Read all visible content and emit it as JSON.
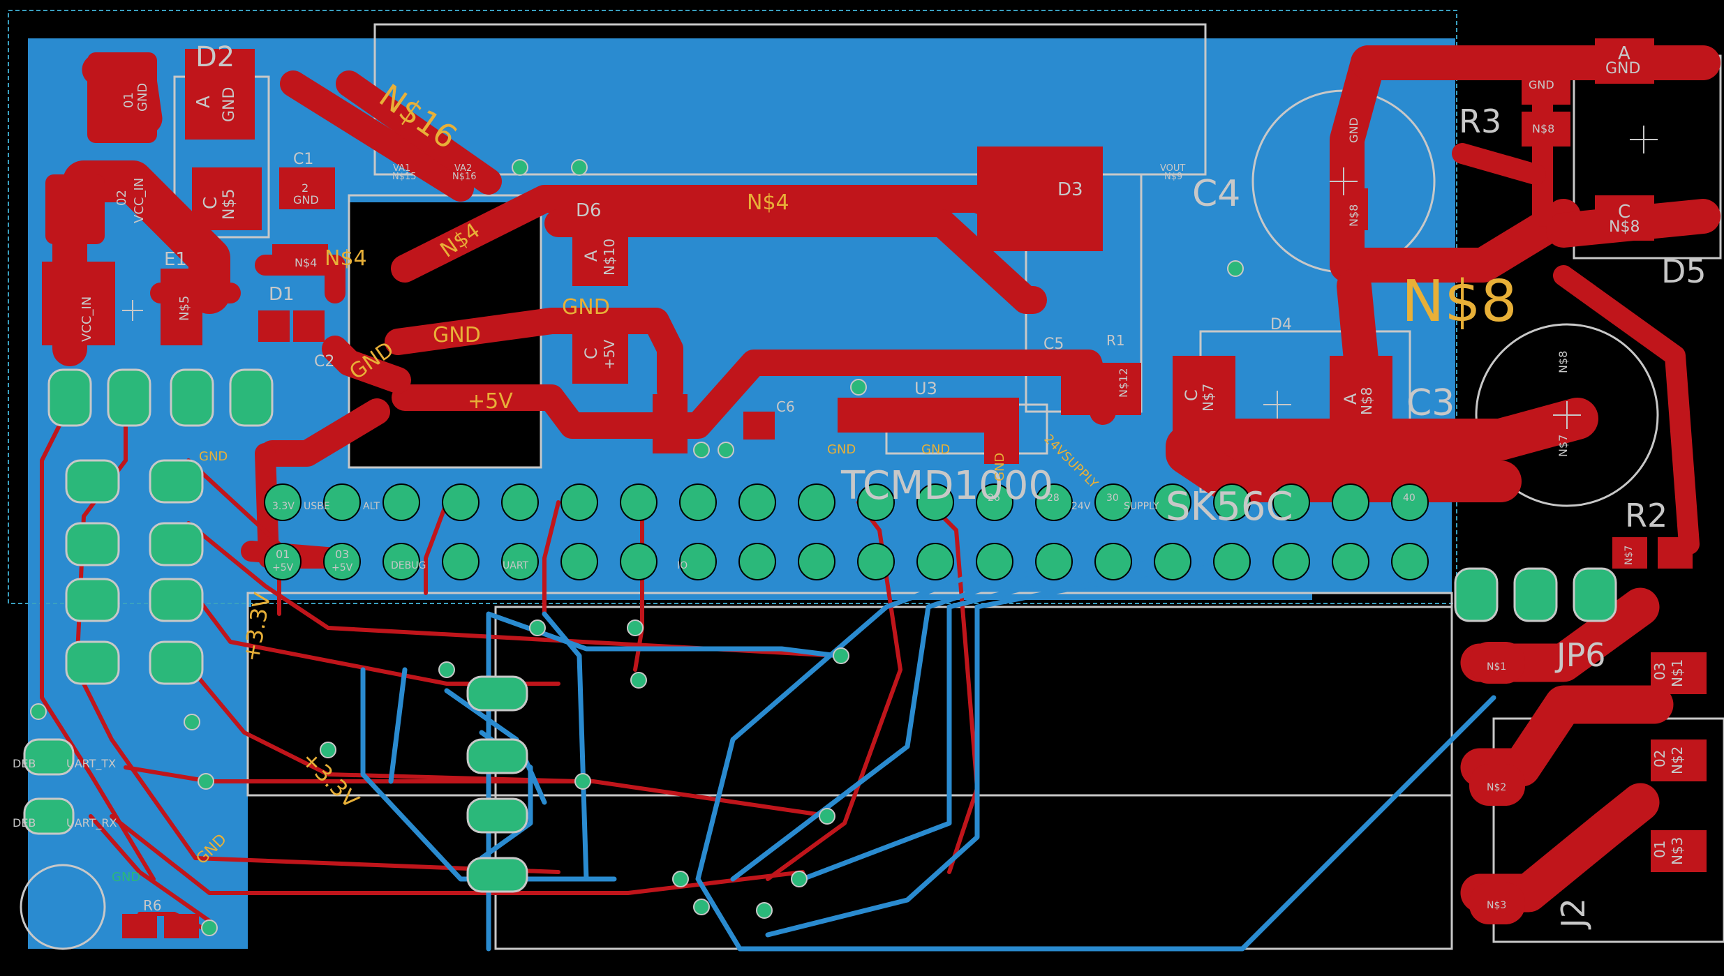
{
  "colors": {
    "background": "#000000",
    "copper_top": "#c0151b",
    "copper_bottom": "#2a8bd0",
    "pad_fill": "#2bb87a",
    "silkscreen": "#c8c8c8",
    "names_text": "#e8b038",
    "outline_cyan": "#3aa0c0"
  },
  "components": {
    "D2": "D2",
    "D3": "D3",
    "D4": "D4",
    "D5": "D5",
    "D6": "D6",
    "D1": "D1",
    "C1": "C1",
    "C2": "C2",
    "C3": "C3",
    "C4": "C4",
    "C5": "C5",
    "C6": "C6",
    "E1": "E1",
    "R1": "R1",
    "R2": "R2",
    "R3": "R3",
    "R6": "R6",
    "U3": "U3",
    "JP6": "JP6",
    "J2": "J2",
    "tcmd": "TCMD1000",
    "sk": "SK56C"
  },
  "nets": {
    "n16a": "N$16",
    "n4a": "N$4",
    "n4b": "N$4",
    "n4c": "N$4",
    "n8big": "N$8",
    "gnd1": "GND",
    "gnd2": "GND",
    "gnd3": "GND",
    "p5v": "+5V",
    "p33a": "+3.3V",
    "p33b": "+3.3V",
    "gnd_diag": "GND",
    "gnd_b1": "GND",
    "gnd_b2": "GND",
    "gnd_b3": "GND",
    "gnd_b4": "GND",
    "gnd_b5": "GND"
  },
  "pads": {
    "d2_01": "01",
    "d2_gnd": "GND",
    "d2_a": "A",
    "d2_agnd": "GND",
    "d2_02": "02",
    "d2_vccin": "VCC_IN",
    "d2_c": "C",
    "d2_cn5": "N$5",
    "e1_vccin": "VCC_IN",
    "e1_n5": "N$5",
    "c1_2": "2",
    "c1_gnd": "GND",
    "c1_n4": "N$4",
    "d6_a": "A",
    "d6_n10": "N$10",
    "d6_c": "C",
    "d6_5v": "+5V",
    "va1": "VA1",
    "va2": "VA2",
    "n15": "N$15",
    "n16": "N$16",
    "vout": "VOUT",
    "n9": "N$9",
    "r3_gnd": "GND",
    "r3_n8": "N$8",
    "c4_gnd": "GND",
    "c4_n8": "N$8",
    "d5_a": "A",
    "d5_gnd": "GND",
    "d5_c": "C",
    "d5_n8": "N$8",
    "c3_n8": "N$8",
    "c3_n7": "N$7",
    "d4_c": "C",
    "d4_n7": "N$7",
    "d4_a": "A",
    "d4_n8": "N$8",
    "n12": "N$12",
    "r2_n7": "N$7",
    "jp6_n1": "N$1",
    "jp6_n2": "N$2",
    "jp6_n3": "N$3",
    "j2_01": "01",
    "j2_02": "02",
    "j2_03": "03",
    "j2_n1": "N$1",
    "j2_n2": "N$2",
    "j2_n3": "N$3",
    "hdr_01": "01",
    "hdr_03": "03",
    "hdr_5v1": "+5V",
    "hdr_5v2": "+5V",
    "hdr_33": "3.3V",
    "hdr_usbe": "USBE",
    "hdr_alt": "ALT",
    "hdr_pin30": "30",
    "hdr_pin26": "26",
    "hdr_pin28": "28",
    "hdr_pin40": "40",
    "hdr_24v": "24V",
    "hdr_supply": "SUPPLY",
    "hdr_24vsupply": "24VSUPPLY",
    "hdr_debug": "DEBUG",
    "hdr_uart": "UART",
    "hdr_io": "IO",
    "uart_tx": "UART_TX",
    "uart_rx": "UART_RX",
    "deb1": "DEB",
    "deb2": "DEB"
  }
}
